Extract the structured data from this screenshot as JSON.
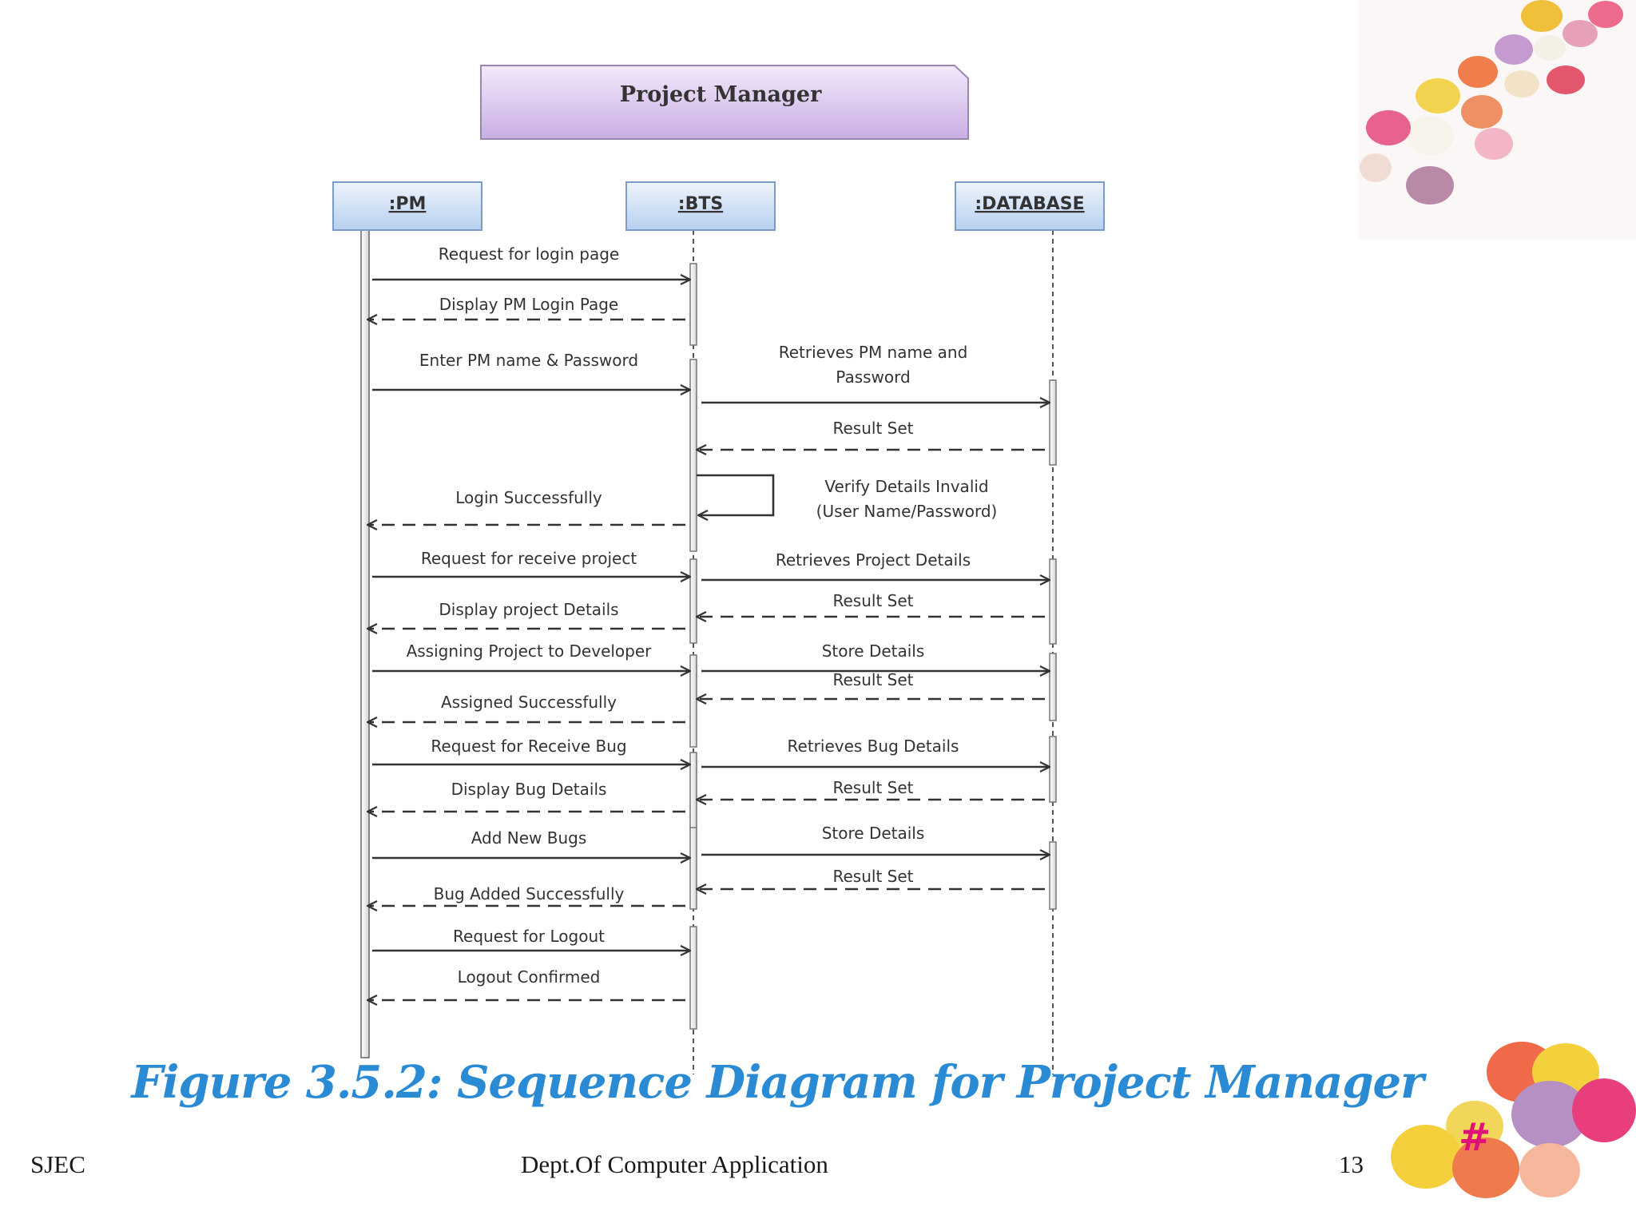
{
  "slide": {
    "title": "Project Manager",
    "caption": "Figure 3.5.2: Sequence Diagram for Project Manager",
    "footer_left": "SJEC",
    "footer_center": "Dept.Of Computer Application",
    "page_number": "13",
    "hash_mark": "#"
  },
  "lifelines": [
    {
      "id": "pm",
      "label": ":PM"
    },
    {
      "id": "bts",
      "label": ":BTS"
    },
    {
      "id": "db",
      "label": ":DATABASE"
    }
  ],
  "messages": [
    {
      "from": "pm",
      "to": "bts",
      "label": "Request for login page",
      "style": "solid"
    },
    {
      "from": "bts",
      "to": "pm",
      "label": "Display PM Login Page",
      "style": "dashed"
    },
    {
      "from": "pm",
      "to": "bts",
      "label": "Enter PM name & Password",
      "style": "solid"
    },
    {
      "from": "bts",
      "to": "db",
      "label": "Retrieves PM name and\nPassword",
      "style": "solid"
    },
    {
      "from": "db",
      "to": "bts",
      "label": "Result Set",
      "style": "dashed"
    },
    {
      "from": "bts",
      "to": "bts",
      "label": "Verify Details Invalid\n(User Name/Password)",
      "style": "self"
    },
    {
      "from": "bts",
      "to": "pm",
      "label": "Login Successfully",
      "style": "dashed"
    },
    {
      "from": "pm",
      "to": "bts",
      "label": "Request for receive project",
      "style": "solid"
    },
    {
      "from": "bts",
      "to": "db",
      "label": "Retrieves Project Details",
      "style": "solid"
    },
    {
      "from": "db",
      "to": "bts",
      "label": "Result Set",
      "style": "dashed"
    },
    {
      "from": "bts",
      "to": "pm",
      "label": "Display project Details",
      "style": "dashed"
    },
    {
      "from": "pm",
      "to": "bts",
      "label": "Assigning Project to Developer",
      "style": "solid"
    },
    {
      "from": "bts",
      "to": "db",
      "label": "Store Details",
      "style": "solid"
    },
    {
      "from": "db",
      "to": "bts",
      "label": "Result Set",
      "style": "dashed"
    },
    {
      "from": "bts",
      "to": "pm",
      "label": "Assigned Successfully",
      "style": "dashed"
    },
    {
      "from": "pm",
      "to": "bts",
      "label": "Request for Receive Bug",
      "style": "solid"
    },
    {
      "from": "bts",
      "to": "db",
      "label": "Retrieves Bug Details",
      "style": "solid"
    },
    {
      "from": "db",
      "to": "bts",
      "label": "Result Set",
      "style": "dashed"
    },
    {
      "from": "bts",
      "to": "pm",
      "label": "Display Bug Details",
      "style": "dashed"
    },
    {
      "from": "pm",
      "to": "bts",
      "label": "Add New Bugs",
      "style": "solid"
    },
    {
      "from": "bts",
      "to": "db",
      "label": "Store Details",
      "style": "solid"
    },
    {
      "from": "db",
      "to": "bts",
      "label": "Result Set",
      "style": "dashed"
    },
    {
      "from": "bts",
      "to": "pm",
      "label": "Bug Added Successfully",
      "style": "dashed"
    },
    {
      "from": "pm",
      "to": "bts",
      "label": "Request for Logout",
      "style": "solid"
    },
    {
      "from": "bts",
      "to": "pm",
      "label": "Logout Confirmed",
      "style": "dashed"
    }
  ],
  "colors": {
    "title_box": "#d9c3ec",
    "lifeline_box": "#c5daf2",
    "line": "#333333",
    "caption": "#2a8bd4",
    "hash": "#e0127a"
  },
  "decorations": {
    "top_right": "candy-eggs-image",
    "bottom_right": "candy-eggs-image"
  }
}
